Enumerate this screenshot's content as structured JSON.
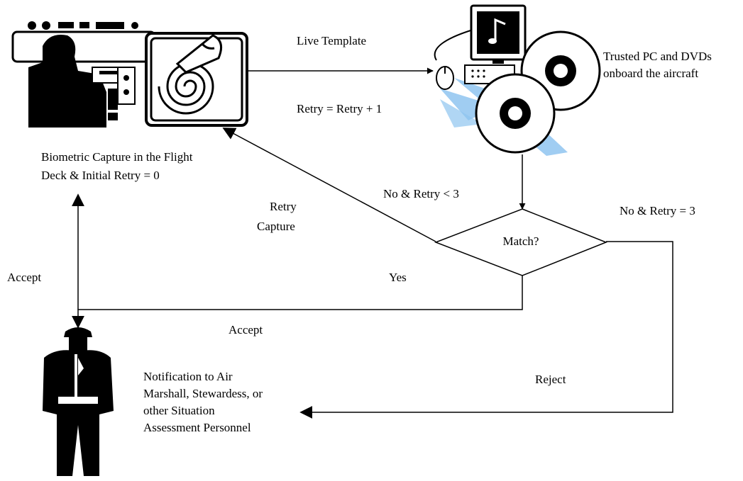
{
  "labels": {
    "live_template": "Live Template",
    "retry_increment": "Retry = Retry + 1",
    "trusted_pc_line1": "Trusted PC and DVDs",
    "trusted_pc_line2": "onboard the aircraft",
    "capture_line1": "Biometric Capture in the Flight",
    "capture_line2": "Deck & Initial Retry = 0",
    "no_retry_less": "No & Retry < 3",
    "no_retry_equal": "No & Retry = 3",
    "retry_capture_line1": "Retry",
    "retry_capture_line2": "Capture",
    "match_decision": "Match?",
    "accept_left": "Accept",
    "yes": "Yes",
    "accept_bottom": "Accept",
    "reject": "Reject",
    "notification_line1": "Notification to Air",
    "notification_line2": "Marshall, Stewardess, or",
    "notification_line3": "other Situation",
    "notification_line4": "Assessment Personnel"
  },
  "icons": [
    "pilot-icon",
    "fingerprint-scanner-icon",
    "computer-with-dvds-icon",
    "air-marshal-icon"
  ],
  "colors": {
    "line": "#000000",
    "dvd_rays": "#8fc4f0"
  }
}
